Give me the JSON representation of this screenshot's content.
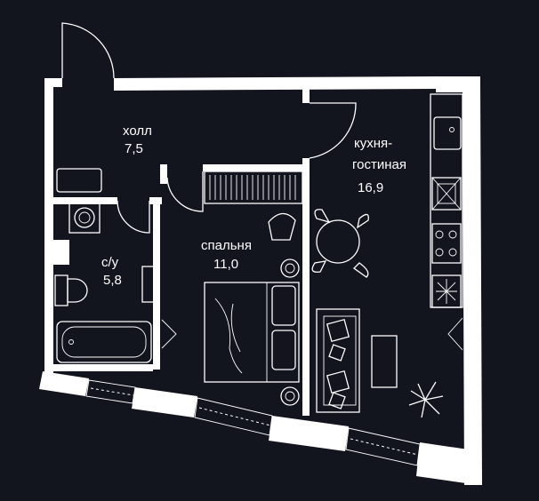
{
  "plan": {
    "background": "#12141e",
    "line_color": "#ffffff",
    "rooms": [
      {
        "id": "hall",
        "name": "холл",
        "area": "7,5"
      },
      {
        "id": "bath",
        "name": "с/у",
        "area": "5,8"
      },
      {
        "id": "bedroom",
        "name": "спальня",
        "area": "11,0"
      },
      {
        "id": "kitchen",
        "name": "кухня-",
        "name2": "гостиная",
        "area": "16,9"
      }
    ]
  }
}
